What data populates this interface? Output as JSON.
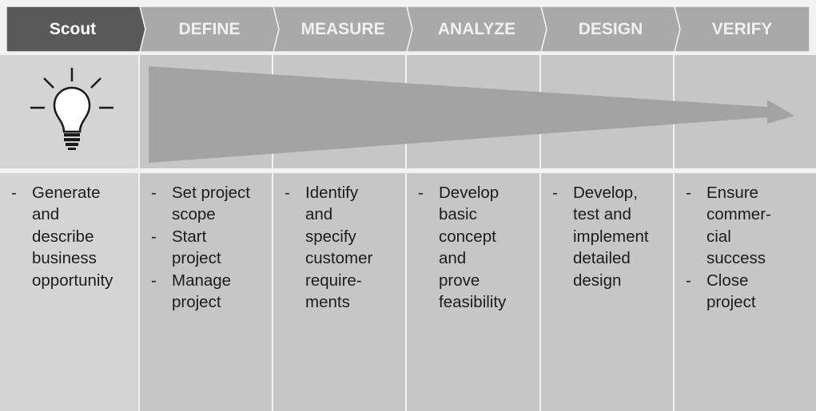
{
  "phases": [
    {
      "label": "Scout",
      "active": true
    },
    {
      "label": "DEFINE",
      "active": false
    },
    {
      "label": "MEASURE",
      "active": false
    },
    {
      "label": "ANALYZE",
      "active": false
    },
    {
      "label": "DESIGN",
      "active": false
    },
    {
      "label": "VERIFY",
      "active": false
    }
  ],
  "activities": [
    [
      "Generate\nand\ndescribe\nbusiness\nopportunity"
    ],
    [
      "Set project\nscope",
      "Start\nproject",
      "Manage\nproject"
    ],
    [
      "Identify\nand\nspecify\ncustomer\nrequire-\nments"
    ],
    [
      "Develop\nbasic\nconcept\nand\nprove\nfeasibility"
    ],
    [
      "Develop,\ntest and\nimplement\ndetailed\ndesign"
    ],
    [
      "Ensure\ncommer-\ncial\nsuccess",
      "Close\nproject"
    ]
  ],
  "colors": {
    "active_phase": "#595959",
    "inactive_phase": "#a9a9a9",
    "column": "#c6c6c6",
    "column_first": "#d4d4d4",
    "arrow": "#a3a3a3",
    "background": "#f2f2f2"
  },
  "icons": {
    "scout": "lightbulb-icon",
    "progress": "tapering-arrow-icon"
  }
}
